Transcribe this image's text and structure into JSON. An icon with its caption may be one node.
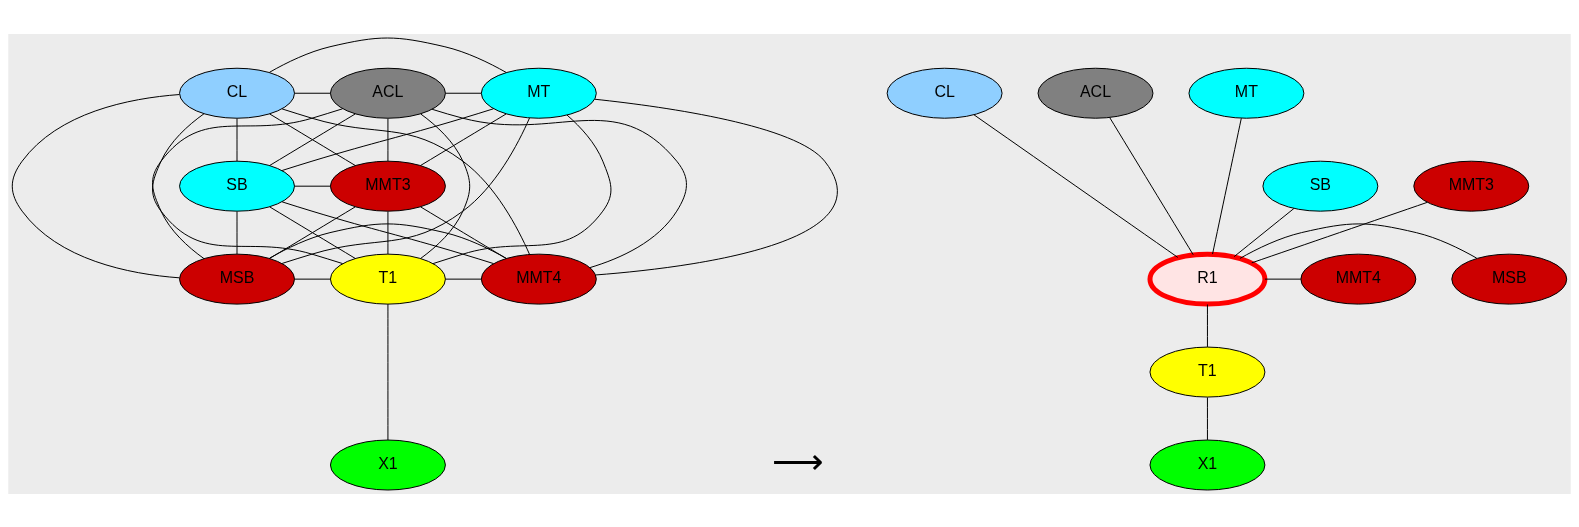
{
  "diagram": {
    "nodes": [
      {
        "text": [
          "CL"
        ]
      },
      {
        "text": [
          "ACL"
        ]
      },
      {
        "text": [
          "MT"
        ]
      },
      {
        "text": [
          "SB"
        ]
      },
      {
        "text": [
          "MMT3"
        ]
      },
      {
        "text": [
          "MSB"
        ]
      },
      {
        "text": [
          "T1"
        ]
      },
      {
        "text": [
          "MMT4"
        ]
      },
      {
        "text": [
          "X1"
        ]
      },
      {
        "text": [
          "CL"
        ]
      },
      {
        "text": [
          "ACL"
        ]
      },
      {
        "text": [
          "MT"
        ]
      },
      {
        "text": [
          "SB"
        ]
      },
      {
        "text": [
          "MMT3"
        ]
      },
      {
        "text": [
          "MSB"
        ]
      },
      {
        "text": [
          "R1"
        ]
      },
      {
        "text": [
          "MMT4"
        ]
      },
      {
        "text": [
          "T1"
        ]
      },
      {
        "text": [
          "X1"
        ]
      }
    ],
    "edges": [
      {
        "from": 0,
        "to": 1,
        "arrow": "none"
      },
      {
        "from": 0,
        "to": 2,
        "arrow": "none"
      },
      {
        "from": 0,
        "to": 3,
        "arrow": "none"
      },
      {
        "from": 0,
        "to": 4,
        "arrow": "none"
      },
      {
        "from": 0,
        "to": 5,
        "arrow": "none"
      },
      {
        "from": 0,
        "to": 6,
        "arrow": "none"
      },
      {
        "from": 0,
        "to": 7,
        "arrow": "none"
      },
      {
        "from": 1,
        "to": 2,
        "arrow": "none"
      },
      {
        "from": 1,
        "to": 3,
        "arrow": "none"
      },
      {
        "from": 1,
        "to": 4,
        "arrow": "none"
      },
      {
        "from": 1,
        "to": 5,
        "arrow": "none"
      },
      {
        "from": 1,
        "to": 6,
        "arrow": "none"
      },
      {
        "from": 1,
        "to": 7,
        "arrow": "none"
      },
      {
        "from": 2,
        "to": 3,
        "arrow": "none"
      },
      {
        "from": 2,
        "to": 4,
        "arrow": "none"
      },
      {
        "from": 2,
        "to": 5,
        "arrow": "none"
      },
      {
        "from": 2,
        "to": 6,
        "arrow": "none"
      },
      {
        "from": 2,
        "to": 7,
        "arrow": "none"
      },
      {
        "from": 3,
        "to": 4,
        "arrow": "none"
      },
      {
        "from": 3,
        "to": 5,
        "arrow": "none"
      },
      {
        "from": 3,
        "to": 6,
        "arrow": "none"
      },
      {
        "from": 3,
        "to": 7,
        "arrow": "none"
      },
      {
        "from": 4,
        "to": 5,
        "arrow": "none"
      },
      {
        "from": 4,
        "to": 6,
        "arrow": "none"
      },
      {
        "from": 4,
        "to": 7,
        "arrow": "none"
      },
      {
        "from": 5,
        "to": 6,
        "arrow": "none"
      },
      {
        "from": 5,
        "to": 7,
        "arrow": "none"
      },
      {
        "from": 6,
        "to": 7,
        "arrow": "none"
      },
      {
        "from": 6,
        "to": 8,
        "arrow": "none"
      },
      {
        "from": 15,
        "to": 9,
        "arrow": "none"
      },
      {
        "from": 15,
        "to": 10,
        "arrow": "none"
      },
      {
        "from": 15,
        "to": 11,
        "arrow": "none"
      },
      {
        "from": 15,
        "to": 12,
        "arrow": "none"
      },
      {
        "from": 15,
        "to": 13,
        "arrow": "none"
      },
      {
        "from": 15,
        "to": 14,
        "arrow": "none"
      },
      {
        "from": 15,
        "to": 16,
        "arrow": "none"
      },
      {
        "from": 15,
        "to": 17,
        "arrow": "none"
      },
      {
        "from": 17,
        "to": 18,
        "arrow": "none"
      }
    ],
    "labels": [
      "⟶"
    ]
  }
}
